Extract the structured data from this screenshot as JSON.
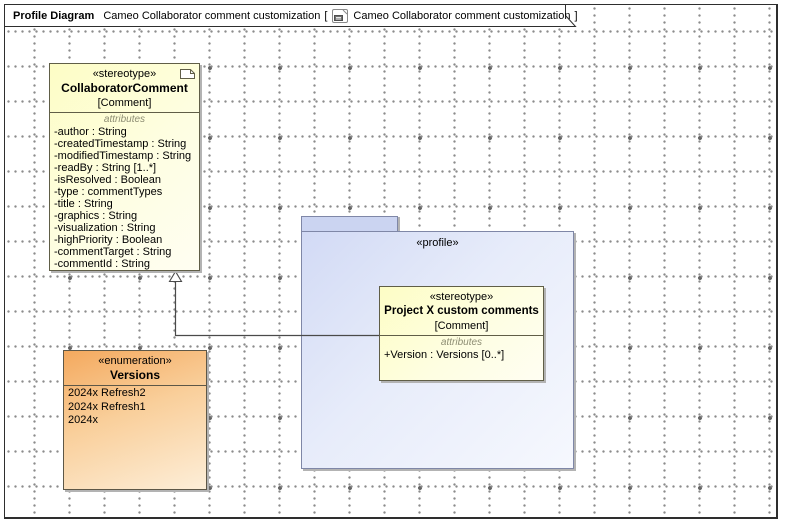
{
  "header": {
    "diagram_type_label": "Profile Diagram",
    "diagram_name": "Cameo Collaborator comment customization",
    "context_open": "[",
    "context_name": "Cameo Collaborator comment customization",
    "context_close": "]"
  },
  "profile_package": {
    "stereotype": "«profile»"
  },
  "collaborator_comment": {
    "stereotype": "«stereotype»",
    "name": "CollaboratorComment",
    "extended_metaclass": "[Comment]",
    "attributes_label": "attributes",
    "attributes": [
      "-author : String",
      "-createdTimestamp : String",
      "-modifiedTimestamp : String",
      "-readBy : String [1..*]",
      "-isResolved : Boolean",
      "-type : commentTypes",
      "-title : String",
      "-graphics : String",
      "-visualization : String",
      "-highPriority : Boolean",
      "-commentTarget : String",
      "-commentId : String"
    ]
  },
  "project_x": {
    "stereotype": "«stereotype»",
    "name": "Project X custom comments",
    "extended_metaclass": "[Comment]",
    "attributes_label": "attributes",
    "attributes": [
      "+Version : Versions [0..*]"
    ]
  },
  "versions": {
    "stereotype": "«enumeration»",
    "name": "Versions",
    "literals": [
      "2024x Refresh2",
      "2024x Refresh1",
      "2024x"
    ]
  },
  "icons": {
    "header_icon": "profile-diagram-thumbnail-icon",
    "class_icon": "stereotype-note-icon"
  },
  "colors": {
    "class_fill_start": "#fdfdc5",
    "class_fill_end": "#fffef2",
    "class_border": "#605e47",
    "enum_fill_start": "#f4a95e",
    "enum_fill_end": "#fdeed8",
    "enum_border": "#5d5747",
    "package_fill_start": "#d2daf5",
    "package_fill_end": "#f6f8fe",
    "package_border": "#7f87a7",
    "connector": "#4a4a4a",
    "grid_dot": "#8c8c8c",
    "frame_border": "#2e2e2e",
    "shadow": "#b3b3b3",
    "attributes_label_color": "#8e8e74"
  }
}
